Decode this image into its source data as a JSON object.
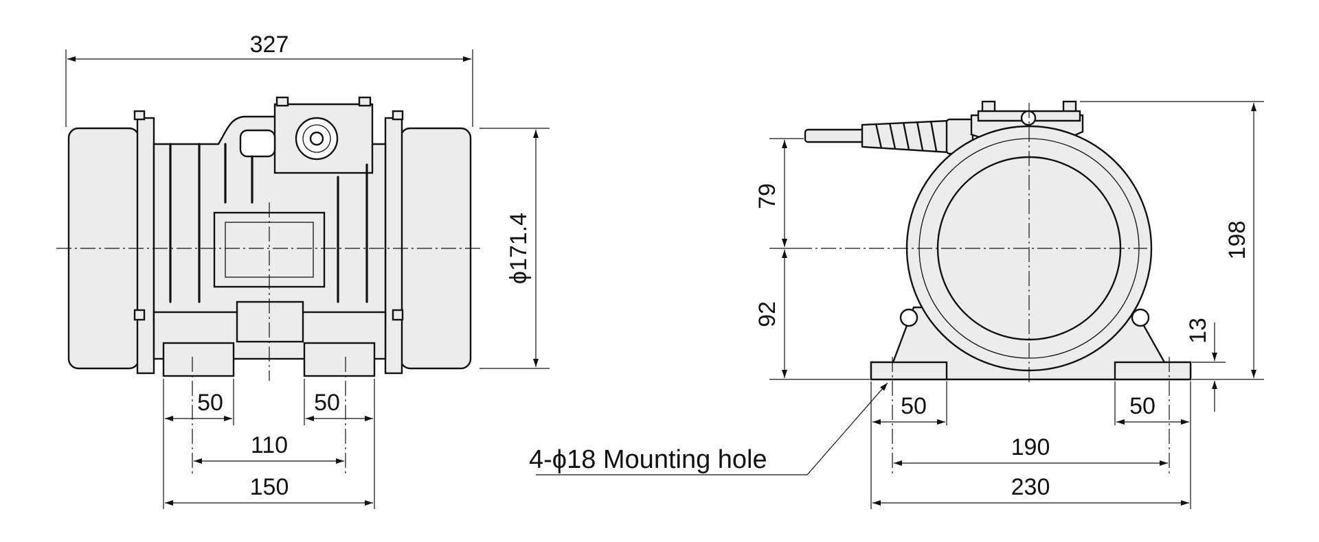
{
  "front_view": {
    "dims": {
      "overall_length": "327",
      "diameter": "ϕ171.4",
      "foot_width_left": "50",
      "foot_width_right": "50",
      "inner_spacing": "110",
      "outer_spacing": "150"
    }
  },
  "side_view": {
    "dims": {
      "upper_height": "79",
      "lower_height": "92",
      "total_height": "198",
      "foot_thickness": "13",
      "foot_width_left": "50",
      "foot_width_right": "50",
      "hole_spacing": "190",
      "base_length": "230"
    },
    "mounting_note": "4-ϕ18 Mounting hole"
  }
}
